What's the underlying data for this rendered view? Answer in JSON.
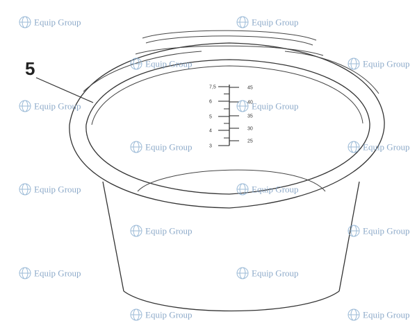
{
  "diagram": {
    "callout_number": "5",
    "scale_left": [
      "7,5",
      "6",
      "5",
      "4",
      "3"
    ],
    "scale_right": [
      "45",
      "40",
      "35",
      "30",
      "25"
    ]
  },
  "watermark": {
    "text": "Equip Group",
    "color": "#7a9cc0"
  }
}
